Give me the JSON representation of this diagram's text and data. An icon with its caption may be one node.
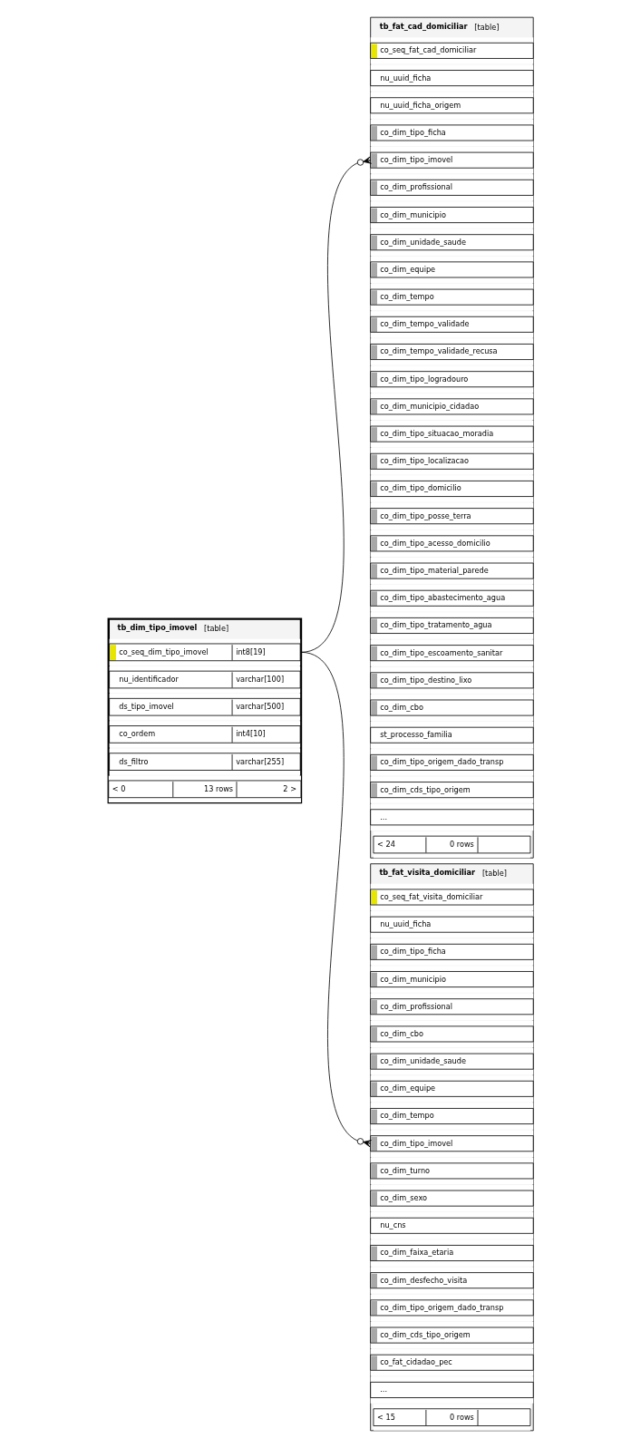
{
  "diagram": {
    "nodes": [
      {
        "text": [
          "tb_dim_tipo_imovel",
          "[table]"
        ]
      },
      {
        "text": [
          "co_seq_dim_tipo_imovel",
          "int8[19]"
        ],
        "in": 0
      },
      {
        "text": [
          "nu_identificador",
          "varchar[100]"
        ],
        "in": 0
      },
      {
        "text": [
          "ds_tipo_imovel",
          "varchar[500]"
        ],
        "in": 0
      },
      {
        "text": [
          "co_ordem",
          "int4[10]"
        ],
        "in": 0
      },
      {
        "text": [
          "ds_filtro",
          "varchar[255]"
        ],
        "in": 0
      },
      {
        "text": [
          "< 0",
          "13 rows",
          "2 >"
        ],
        "in": 0
      },
      {
        "text": [
          "tb_fat_cad_domiciliar",
          "[table]"
        ]
      },
      {
        "text": [
          "co_seq_fat_cad_domiciliar"
        ],
        "in": 7
      },
      {
        "text": [
          "nu_uuid_ficha"
        ],
        "in": 7
      },
      {
        "text": [
          "nu_uuid_ficha_origem"
        ],
        "in": 7
      },
      {
        "text": [
          "co_dim_tipo_ficha"
        ],
        "in": 7
      },
      {
        "text": [
          "co_dim_tipo_imovel"
        ],
        "in": 7
      },
      {
        "text": [
          "co_dim_profissional"
        ],
        "in": 7
      },
      {
        "text": [
          "co_dim_municipio"
        ],
        "in": 7
      },
      {
        "text": [
          "co_dim_unidade_saude"
        ],
        "in": 7
      },
      {
        "text": [
          "co_dim_equipe"
        ],
        "in": 7
      },
      {
        "text": [
          "co_dim_tempo"
        ],
        "in": 7
      },
      {
        "text": [
          "co_dim_tempo_validade"
        ],
        "in": 7
      },
      {
        "text": [
          "co_dim_tempo_validade_recusa"
        ],
        "in": 7
      },
      {
        "text": [
          "co_dim_tipo_logradouro"
        ],
        "in": 7
      },
      {
        "text": [
          "co_dim_municipio_cidadao"
        ],
        "in": 7
      },
      {
        "text": [
          "co_dim_tipo_situacao_moradia"
        ],
        "in": 7
      },
      {
        "text": [
          "co_dim_tipo_localizacao"
        ],
        "in": 7
      },
      {
        "text": [
          "co_dim_tipo_domicilio"
        ],
        "in": 7
      },
      {
        "text": [
          "co_dim_tipo_posse_terra"
        ],
        "in": 7
      },
      {
        "text": [
          "co_dim_tipo_acesso_domicilio"
        ],
        "in": 7
      },
      {
        "text": [
          "co_dim_tipo_material_parede"
        ],
        "in": 7
      },
      {
        "text": [
          "co_dim_tipo_abastecimento_agua"
        ],
        "in": 7
      },
      {
        "text": [
          "co_dim_tipo_tratamento_agua"
        ],
        "in": 7
      },
      {
        "text": [
          "co_dim_tipo_escoamento_sanitar"
        ],
        "in": 7
      },
      {
        "text": [
          "co_dim_tipo_destino_lixo"
        ],
        "in": 7
      },
      {
        "text": [
          "co_dim_cbo"
        ],
        "in": 7
      },
      {
        "text": [
          "st_processo_familia"
        ],
        "in": 7
      },
      {
        "text": [
          "co_dim_tipo_origem_dado_transp"
        ],
        "in": 7
      },
      {
        "text": [
          "co_dim_cds_tipo_origem"
        ],
        "in": 7
      },
      {
        "text": [
          "..."
        ],
        "in": 7
      },
      {
        "text": [
          "< 24",
          "0 rows"
        ],
        "in": 7
      },
      {
        "text": [
          "tb_fat_visita_domiciliar",
          "[table]"
        ]
      },
      {
        "text": [
          "co_seq_fat_visita_domiciliar"
        ],
        "in": 38
      },
      {
        "text": [
          "nu_uuid_ficha"
        ],
        "in": 38
      },
      {
        "text": [
          "co_dim_tipo_ficha"
        ],
        "in": 38
      },
      {
        "text": [
          "co_dim_municipio"
        ],
        "in": 38
      },
      {
        "text": [
          "co_dim_profissional"
        ],
        "in": 38
      },
      {
        "text": [
          "co_dim_cbo"
        ],
        "in": 38
      },
      {
        "text": [
          "co_dim_unidade_saude"
        ],
        "in": 38
      },
      {
        "text": [
          "co_dim_equipe"
        ],
        "in": 38
      },
      {
        "text": [
          "co_dim_tempo"
        ],
        "in": 38
      },
      {
        "text": [
          "co_dim_tipo_imovel"
        ],
        "in": 38
      },
      {
        "text": [
          "co_dim_turno"
        ],
        "in": 38
      },
      {
        "text": [
          "co_dim_sexo"
        ],
        "in": 38
      },
      {
        "text": [
          "nu_cns"
        ],
        "in": 38
      },
      {
        "text": [
          "co_dim_faixa_etaria"
        ],
        "in": 38
      },
      {
        "text": [
          "co_dim_desfecho_visita"
        ],
        "in": 38
      },
      {
        "text": [
          "co_dim_tipo_origem_dado_transp"
        ],
        "in": 38
      },
      {
        "text": [
          "co_dim_cds_tipo_origem"
        ],
        "in": 38
      },
      {
        "text": [
          "co_fat_cidadao_pec"
        ],
        "in": 38
      },
      {
        "text": [
          "..."
        ],
        "in": 38
      },
      {
        "text": [
          "< 15",
          "0 rows"
        ],
        "in": 38
      }
    ],
    "edges": [
      {
        "from": 1,
        "to": 12,
        "arrow": "other"
      },
      {
        "from": 1,
        "to": 48,
        "arrow": "other"
      }
    ]
  }
}
